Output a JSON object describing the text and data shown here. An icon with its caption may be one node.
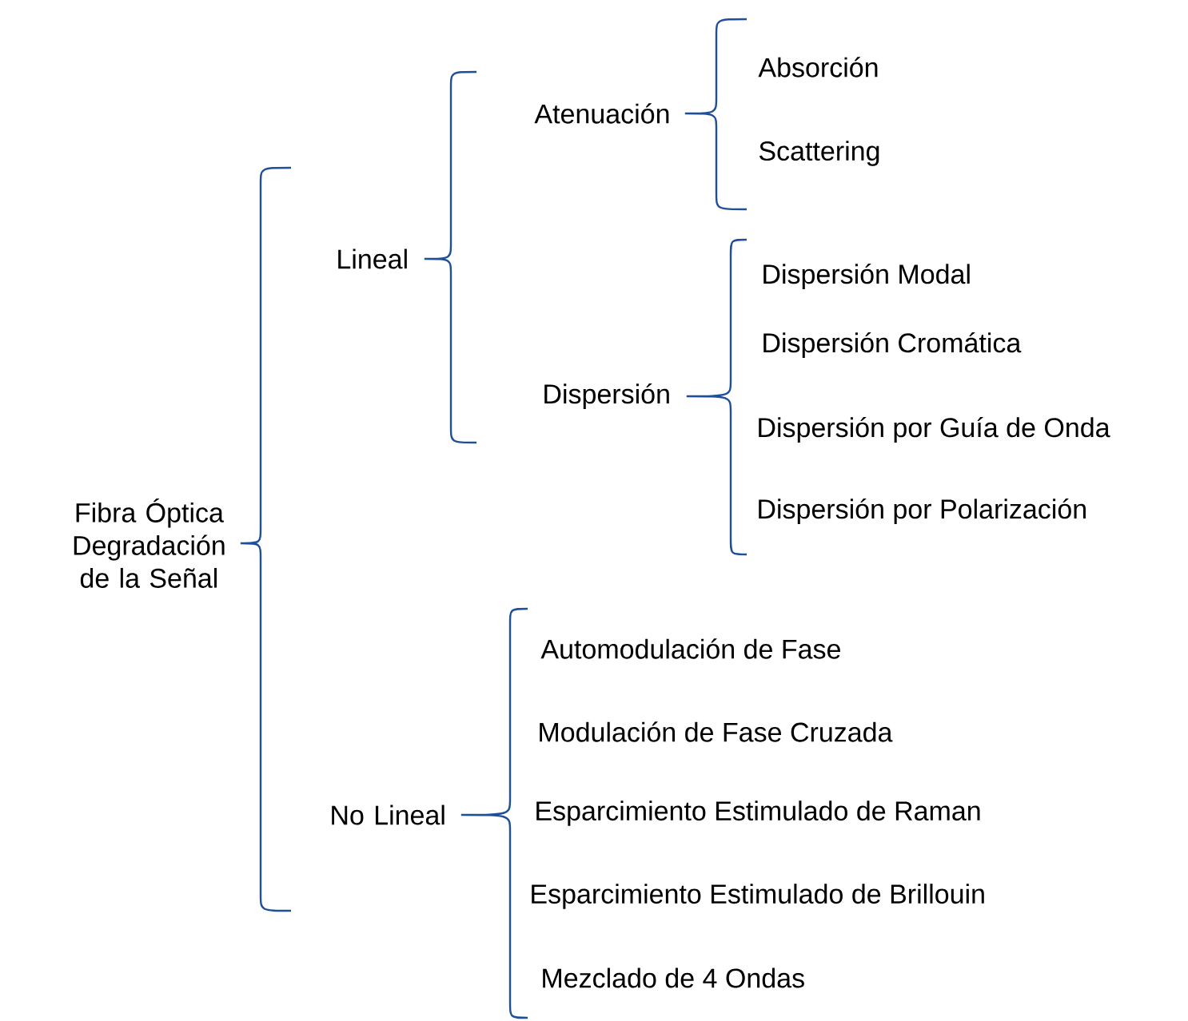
{
  "diagram": {
    "nodes": [
      {
        "text": [
          "Fibra Óptica Degradación de la Señal"
        ]
      },
      {
        "text": [
          "Lineal"
        ]
      },
      {
        "text": [
          "No Lineal"
        ]
      },
      {
        "text": [
          "Atenuación"
        ]
      },
      {
        "text": [
          "Dispersión"
        ]
      },
      {
        "text": [
          "Absorción"
        ]
      },
      {
        "text": [
          "Scattering"
        ]
      },
      {
        "text": [
          "Dispersión Modal"
        ]
      },
      {
        "text": [
          "Dispersión Cromática"
        ]
      },
      {
        "text": [
          "Dispersión por Guía de Onda"
        ]
      },
      {
        "text": [
          "Dispersión por Polarización"
        ]
      },
      {
        "text": [
          "Automodulación de Fase"
        ]
      },
      {
        "text": [
          "Modulación de Fase Cruzada"
        ]
      },
      {
        "text": [
          "Esparcimiento Estimulado de Raman"
        ]
      },
      {
        "text": [
          "Esparcimiento Estimulado de Brillouin"
        ]
      },
      {
        "text": [
          "Mezclado de 4 Ondas"
        ]
      }
    ],
    "edges": [
      {
        "from": 0,
        "to": 1,
        "arrow": "none"
      },
      {
        "from": 0,
        "to": 2,
        "arrow": "none"
      },
      {
        "from": 1,
        "to": 3,
        "arrow": "none"
      },
      {
        "from": 1,
        "to": 4,
        "arrow": "none"
      },
      {
        "from": 3,
        "to": 5,
        "arrow": "none"
      },
      {
        "from": 3,
        "to": 6,
        "arrow": "none"
      },
      {
        "from": 4,
        "to": 7,
        "arrow": "none"
      },
      {
        "from": 4,
        "to": 8,
        "arrow": "none"
      },
      {
        "from": 4,
        "to": 9,
        "arrow": "none"
      },
      {
        "from": 4,
        "to": 10,
        "arrow": "none"
      },
      {
        "from": 2,
        "to": 11,
        "arrow": "none"
      },
      {
        "from": 2,
        "to": 12,
        "arrow": "none"
      },
      {
        "from": 2,
        "to": 13,
        "arrow": "none"
      },
      {
        "from": 2,
        "to": 14,
        "arrow": "none"
      },
      {
        "from": 2,
        "to": 15,
        "arrow": "none"
      }
    ]
  }
}
